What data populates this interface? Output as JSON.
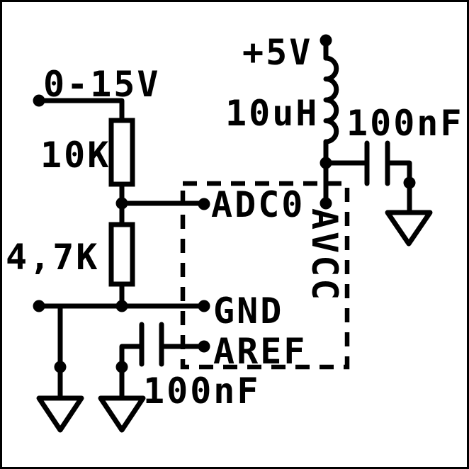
{
  "schematic": {
    "colors": {
      "ink": "#000000",
      "background": "#ffffff"
    },
    "labels": {
      "input_voltage": "0-15V",
      "resistor_top": "10K",
      "resistor_bottom": "4,7K",
      "supply": "+5V",
      "inductor": "10uH",
      "avcc_capacitor": "100nF",
      "aref_capacitor": "100nF"
    },
    "pins": {
      "adc0": "ADC0",
      "gnd": "GND",
      "aref": "AREF",
      "avcc": "AVCC"
    }
  }
}
